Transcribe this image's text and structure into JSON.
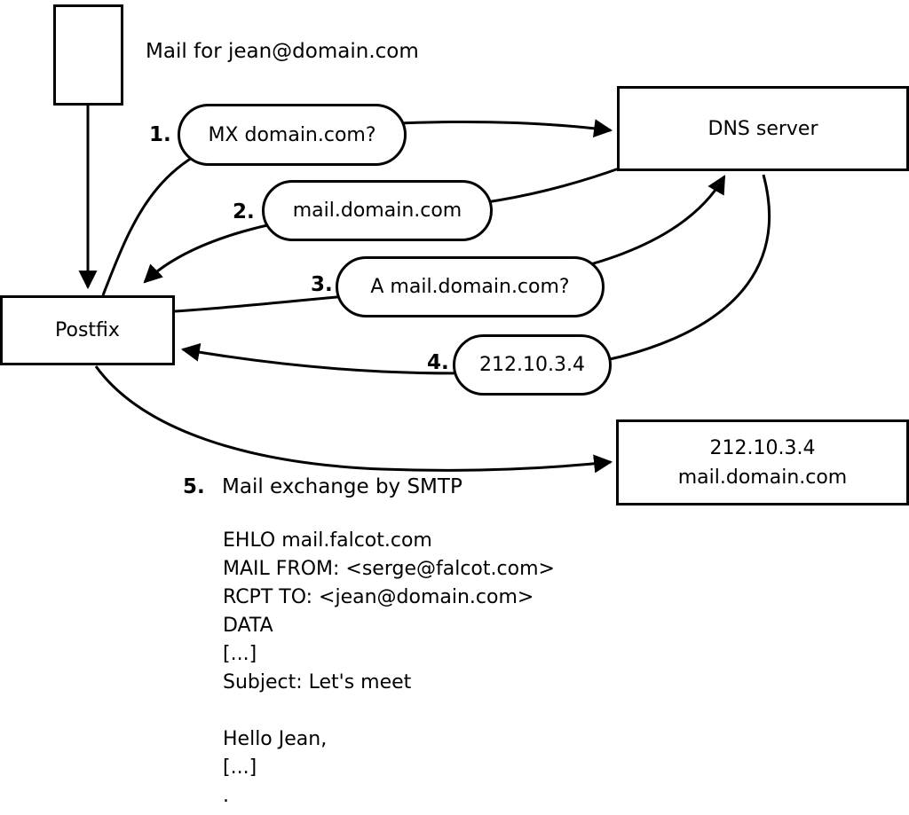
{
  "diagram": {
    "mail_label": "Mail for jean@domain.com",
    "dns_server_label": "DNS server",
    "postfix_label": "Postfix",
    "steps": [
      {
        "num": "1.",
        "label": "MX domain.com?"
      },
      {
        "num": "2.",
        "label": "mail.domain.com"
      },
      {
        "num": "3.",
        "label": "A mail.domain.com?"
      },
      {
        "num": "4.",
        "label": "212.10.3.4"
      }
    ],
    "step5": {
      "num": "5.",
      "label": "Mail exchange by SMTP"
    },
    "mail_server_box": {
      "line1": "212.10.3.4",
      "line2": "mail.domain.com"
    },
    "smtp_transcript": [
      "EHLO mail.falcot.com",
      "MAIL FROM: <serge@falcot.com>",
      "RCPT TO: <jean@domain.com>",
      "DATA",
      "[...]",
      "Subject: Let's meet",
      "",
      "Hello Jean,",
      "[...]",
      "."
    ],
    "line_color": "#000000"
  }
}
